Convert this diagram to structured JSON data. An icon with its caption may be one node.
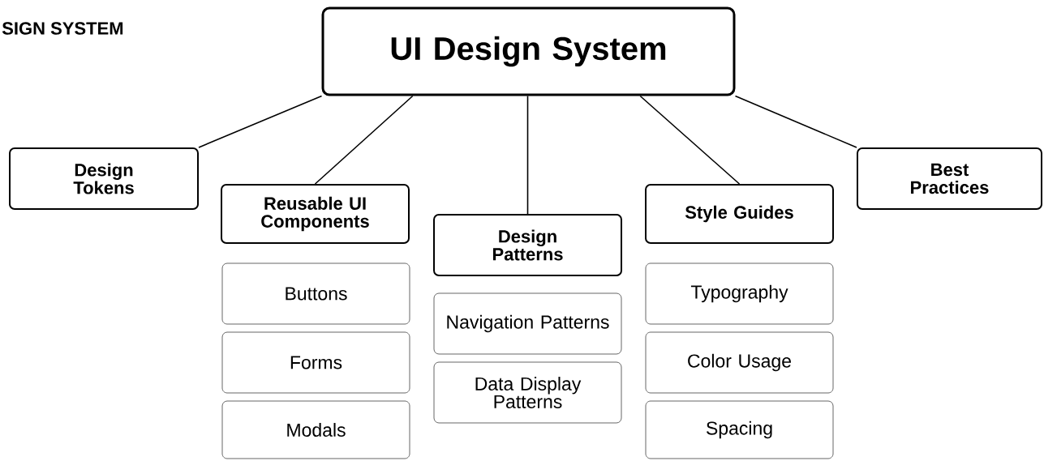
{
  "diagram": {
    "nodes": [
      {
        "text": [
          "UI Design System"
        ]
      },
      {
        "text": [
          "Design Tokens"
        ]
      },
      {
        "text": [
          "Reusable UI Components"
        ]
      },
      {
        "text": [
          "Buttons"
        ]
      },
      {
        "text": [
          "Forms"
        ]
      },
      {
        "text": [
          "Modals"
        ]
      },
      {
        "text": [
          "Design Patterns"
        ]
      },
      {
        "text": [
          "Navigation Patterns"
        ]
      },
      {
        "text": [
          "Data Display Patterns"
        ]
      },
      {
        "text": [
          "Style Guides"
        ]
      },
      {
        "text": [
          "Typography"
        ]
      },
      {
        "text": [
          "Color Usage"
        ]
      },
      {
        "text": [
          "Spacing"
        ]
      },
      {
        "text": [
          "Best Practices"
        ]
      }
    ],
    "edges": [
      {
        "from": 0,
        "to": 1,
        "arrow": "none"
      },
      {
        "from": 0,
        "to": 2,
        "arrow": "none"
      },
      {
        "from": 0,
        "to": 6,
        "arrow": "none"
      },
      {
        "from": 0,
        "to": 9,
        "arrow": "none"
      },
      {
        "from": 0,
        "to": 13,
        "arrow": "none"
      }
    ],
    "labels": [
      "SIGN SYSTEM"
    ]
  }
}
